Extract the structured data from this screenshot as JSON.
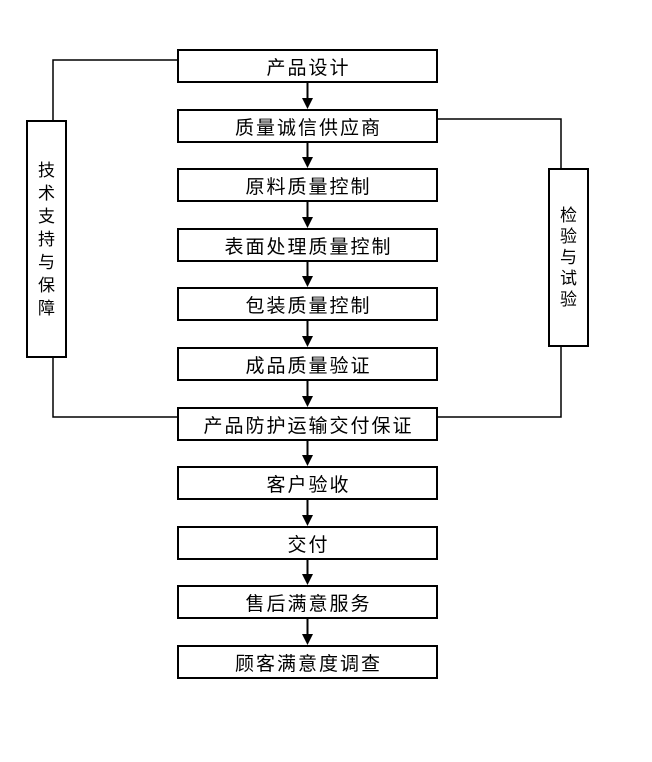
{
  "diagram": {
    "title": "",
    "background_color": "#ffffff",
    "line_color": "#000000",
    "box_border_color": "#000000",
    "box_fill_color": "#ffffff",
    "flow_nodes": [
      {
        "id": "product-design",
        "label": "产品设计"
      },
      {
        "id": "quality-integrity-supplier",
        "label": "质量诚信供应商"
      },
      {
        "id": "raw-material-quality-control",
        "label": "原料质量控制"
      },
      {
        "id": "surface-treatment-quality-control",
        "label": "表面处理质量控制"
      },
      {
        "id": "packaging-quality-control",
        "label": "包装质量控制"
      },
      {
        "id": "finished-product-quality-verification",
        "label": "成品质量验证"
      },
      {
        "id": "product-protection-transport-delivery-guarantee",
        "label": "产品防护运输交付保证"
      },
      {
        "id": "customer-acceptance",
        "label": "客户验收"
      },
      {
        "id": "delivery",
        "label": "交付"
      },
      {
        "id": "after-sales-satisfaction-service",
        "label": "售后满意服务"
      },
      {
        "id": "customer-satisfaction-survey",
        "label": "顾客满意度调查"
      }
    ],
    "side_nodes": [
      {
        "id": "technical-support-and-guarantee",
        "side": "left",
        "label": "技术支持与保障"
      },
      {
        "id": "inspection-and-testing",
        "side": "right",
        "label": "检验与试验"
      }
    ],
    "connections": [
      {
        "from": "product-design",
        "to": "technical-support-and-guarantee",
        "arrow": false
      },
      {
        "from": "technical-support-and-guarantee",
        "to": "product-protection-transport-delivery-guarantee",
        "arrow": false
      },
      {
        "from": "quality-integrity-supplier",
        "to": "inspection-and-testing",
        "arrow": false
      },
      {
        "from": "inspection-and-testing",
        "to": "product-protection-transport-delivery-guarantee",
        "arrow": false
      }
    ],
    "main_flow_arrows": "each flow node connects to the next with a solid downward arrow"
  }
}
